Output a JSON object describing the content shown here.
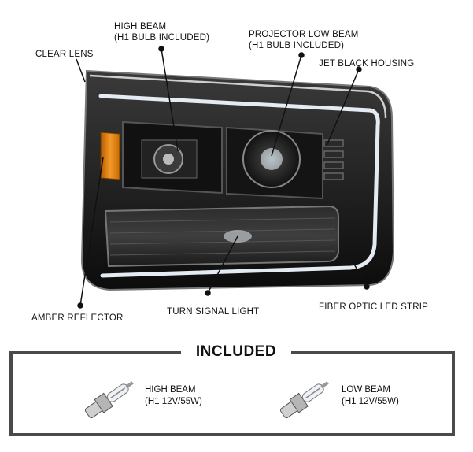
{
  "callouts": {
    "clear_lens": "CLEAR LENS",
    "high_beam_line1": "HIGH BEAM",
    "high_beam_line2": "(H1 BULB INCLUDED)",
    "projector_line1": "PROJECTOR LOW BEAM",
    "projector_line2": "(H1 BULB INCLUDED)",
    "jet_black": "JET BLACK HOUSING",
    "amber": "AMBER REFLECTOR",
    "turn_signal": "TURN SIGNAL LIGHT",
    "fiber_optic": "FIBER OPTIC LED STRIP"
  },
  "included": {
    "title": "INCLUDED",
    "bulbs": [
      {
        "name": "HIGH BEAM",
        "spec": "(H1 12V/55W)"
      },
      {
        "name": "LOW BEAM",
        "spec": "(H1 12V/55W)"
      }
    ]
  },
  "colors": {
    "housing": "#1a1a1a",
    "amber": "#e07a10",
    "box_border": "#4a4a4a",
    "led_strip": "#dfe6ee"
  }
}
